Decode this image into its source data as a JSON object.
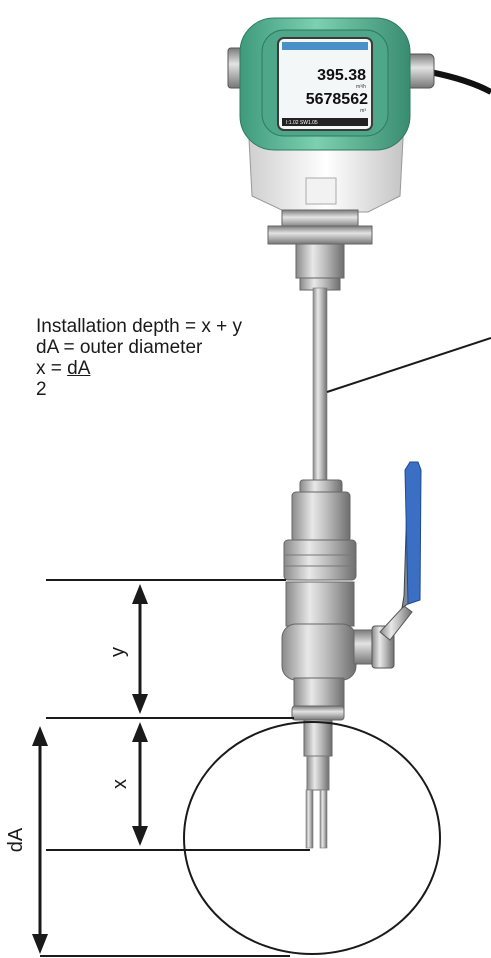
{
  "device": {
    "display_value_1": "395.38",
    "display_unit_1": "m³/h",
    "display_value_2": "5678562",
    "display_unit_2": "m³",
    "display_status": "I:1.02  SW1.05"
  },
  "note": {
    "line1": "Installation depth = x + y",
    "line2": "dA = outer diameter",
    "line3_prefix": "x = ",
    "line3_numerator": "dA",
    "line4_denominator": "2"
  },
  "dimensions": {
    "y_label": "y",
    "x_label": "x",
    "dA_label": "dA"
  },
  "colors": {
    "housing_green": "#5fb89a",
    "valve_handle_blue": "#3a6fc4",
    "line": "#1a1a1a"
  }
}
